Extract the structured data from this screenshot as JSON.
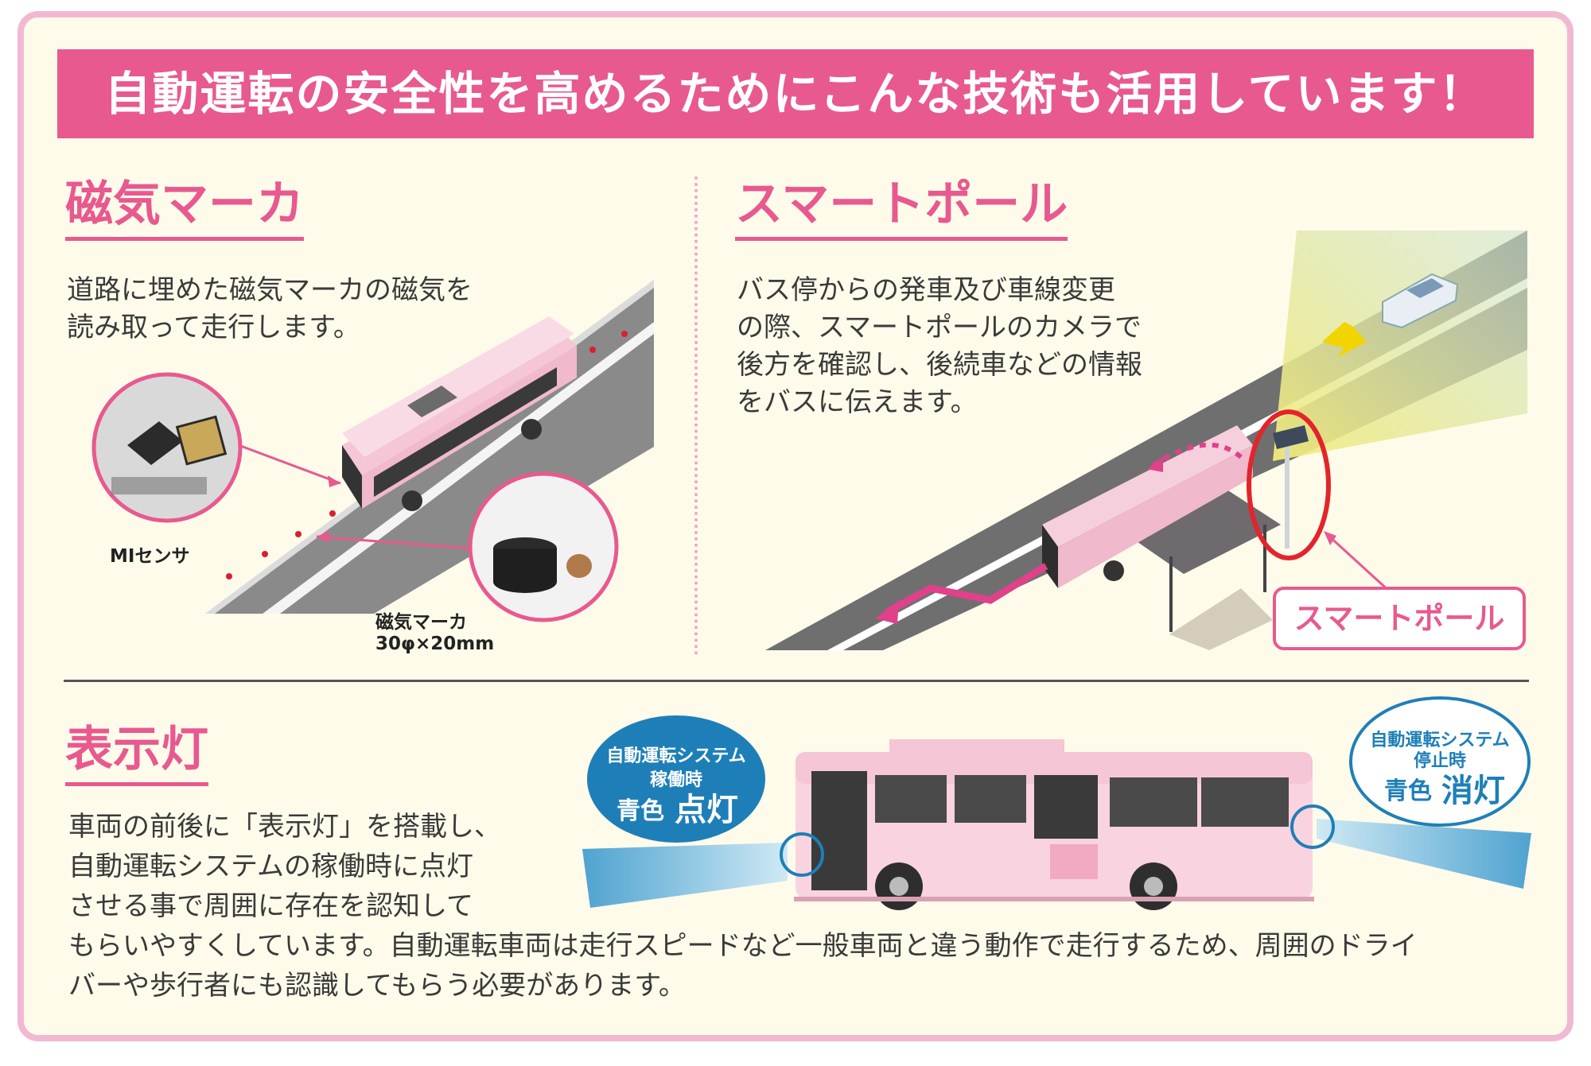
{
  "banner": {
    "title": "自動運転の安全性を高めるためにこんな技術も活用しています！"
  },
  "magnetic": {
    "title": "磁気マーカ",
    "body_lines": [
      "道路に埋めた磁気マーカの磁気を",
      "読み取って走行します。"
    ],
    "sensor_caption": "MIセンサ",
    "marker_caption_line1": "磁気マーカ",
    "marker_caption_line2": "30φ×20mm"
  },
  "smartpole": {
    "title": "スマートポール",
    "body_lines": [
      "バス停からの発車及び車線変更",
      "の際、スマートポールのカメラで",
      "後方を確認し、後続車などの情報",
      "をバスに伝えます。"
    ],
    "callout_label": "スマートポール"
  },
  "indicator": {
    "title": "表示灯",
    "body_lines": [
      "車両の前後に「表示灯」を搭載し、",
      "自動運転システムの稼働時に点灯",
      "させる事で周囲に存在を認知して",
      "もらいやすくしています。自動運転車両は走行スピードなど一般車両と違う動作で走行するため、周囲のドライ",
      "バーや歩行者にも認識してもらう必要があります。"
    ],
    "badge_on": {
      "line1": "自動運転システム",
      "line2": "稼働時",
      "line3a": "青色",
      "line3b": "点灯"
    },
    "badge_off": {
      "line1": "自動運転システム",
      "line2": "停止時",
      "line3a": "青色",
      "line3b": "消灯"
    }
  },
  "colors": {
    "accent": "#e8598f",
    "border": "#f2b8d2",
    "background": "#fffbea",
    "badge_blue": "#1e7fb8"
  }
}
